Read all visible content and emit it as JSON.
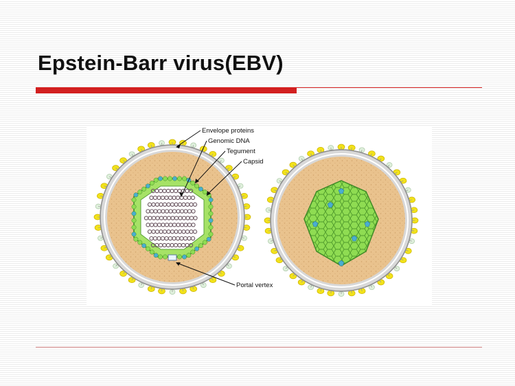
{
  "slide": {
    "title": "Epstein-Barr virus(EBV)"
  },
  "diagram": {
    "labels": {
      "envelope_proteins": "Envelope proteins",
      "genomic_dna": "Genomic DNA",
      "tegument": "Tegument",
      "capsid": "Capsid",
      "portal_vertex": "Portal vertex"
    }
  },
  "colors": {
    "title_rule": "#d21f1f",
    "tegument": "#e7bf88",
    "capsid": "#8fdc52",
    "envelope_protein": "#f2e21a",
    "dna": "#6a5560",
    "capsid_vertex": "#4aaed0"
  }
}
